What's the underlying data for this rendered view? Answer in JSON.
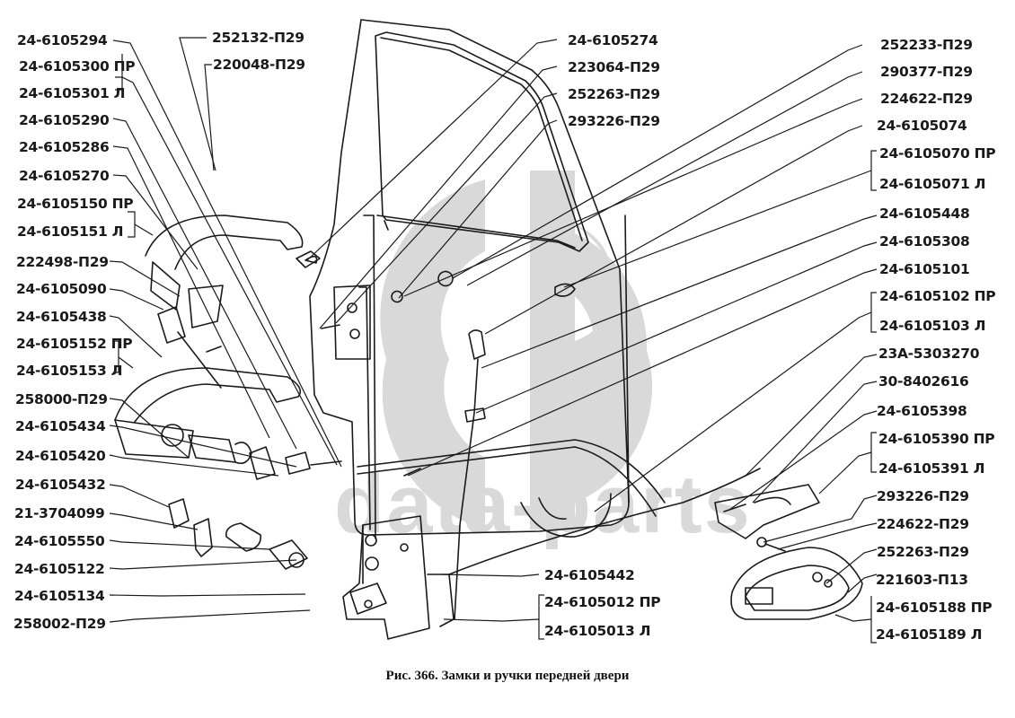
{
  "figure": {
    "caption": "Рис. 366. Замки и ручки передней двери",
    "watermark": "data-parts"
  },
  "labels_left": [
    {
      "id": "l1",
      "text": "24-6105294"
    },
    {
      "id": "l2",
      "text": "24-6105300 ПР"
    },
    {
      "id": "l3",
      "text": "24-6105301 Л"
    },
    {
      "id": "l4",
      "text": "24-6105290"
    },
    {
      "id": "l5",
      "text": "24-6105286"
    },
    {
      "id": "l6",
      "text": "24-6105270"
    },
    {
      "id": "l7",
      "text": "24-6105150 ПР"
    },
    {
      "id": "l8",
      "text": "24-6105151 Л"
    },
    {
      "id": "l9",
      "text": "222498-П29"
    },
    {
      "id": "l10",
      "text": "24-6105090"
    },
    {
      "id": "l11",
      "text": "24-6105438"
    },
    {
      "id": "l12",
      "text": "24-6105152 ПР"
    },
    {
      "id": "l13",
      "text": "24-6105153 Л"
    },
    {
      "id": "l14",
      "text": "258000-П29"
    },
    {
      "id": "l15",
      "text": "24-6105434"
    },
    {
      "id": "l16",
      "text": "24-6105420"
    },
    {
      "id": "l17",
      "text": "24-6105432"
    },
    {
      "id": "l18",
      "text": "21-3704099"
    },
    {
      "id": "l19",
      "text": "24-6105550"
    },
    {
      "id": "l20",
      "text": "24-6105122"
    },
    {
      "id": "l21",
      "text": "24-6105134"
    },
    {
      "id": "l22",
      "text": "258002-П29"
    }
  ],
  "labels_top_center": [
    {
      "id": "t1",
      "text": "252132-П29"
    },
    {
      "id": "t2",
      "text": "220048-П29"
    },
    {
      "id": "t3",
      "text": "24-6105274"
    },
    {
      "id": "t4",
      "text": "223064-П29"
    },
    {
      "id": "t5",
      "text": "252263-П29"
    },
    {
      "id": "t6",
      "text": "293226-П29"
    }
  ],
  "labels_right": [
    {
      "id": "r1",
      "text": "252233-П29"
    },
    {
      "id": "r2",
      "text": "290377-П29"
    },
    {
      "id": "r3",
      "text": "224622-П29"
    },
    {
      "id": "r4",
      "text": "24-6105074"
    },
    {
      "id": "r5",
      "text": "24-6105070 ПР"
    },
    {
      "id": "r6",
      "text": "24-6105071 Л"
    },
    {
      "id": "r7",
      "text": "24-6105448"
    },
    {
      "id": "r8",
      "text": "24-6105308"
    },
    {
      "id": "r9",
      "text": "24-6105101"
    },
    {
      "id": "r10",
      "text": "24-6105102 ПР"
    },
    {
      "id": "r11",
      "text": "24-6105103 Л"
    },
    {
      "id": "r12",
      "text": "23А-5303270"
    },
    {
      "id": "r13",
      "text": "30-8402616"
    },
    {
      "id": "r14",
      "text": "24-6105398"
    },
    {
      "id": "r15",
      "text": "24-6105390 ПР"
    },
    {
      "id": "r16",
      "text": "24-6105391 Л"
    },
    {
      "id": "r17",
      "text": "293226-П29"
    },
    {
      "id": "r18",
      "text": "224622-П29"
    },
    {
      "id": "r19",
      "text": "252263-П29"
    },
    {
      "id": "r20",
      "text": "221603-П13"
    },
    {
      "id": "r21",
      "text": "24-6105188 ПР"
    },
    {
      "id": "r22",
      "text": "24-6105189 Л"
    }
  ],
  "labels_bottom_center": [
    {
      "id": "b1",
      "text": "24-6105442"
    },
    {
      "id": "b2",
      "text": "24-6105012 ПР"
    },
    {
      "id": "b3",
      "text": "24-6105013 Л"
    }
  ]
}
